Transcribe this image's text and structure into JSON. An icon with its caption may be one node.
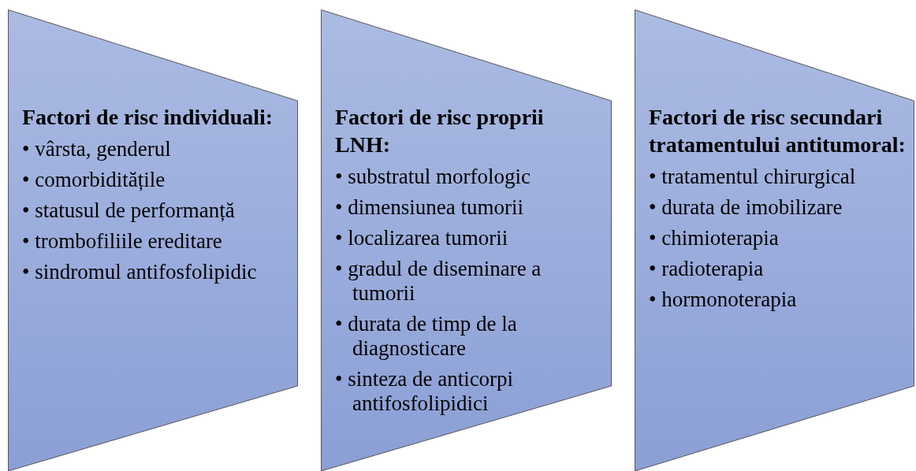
{
  "diagram": {
    "nodes": [
      {
        "text": [
          "Factori de risc individuali:",
          "• vârsta, genderul",
          "• comorbiditățile",
          "• statusul de performanță",
          "• trombofiliile ereditare",
          "• sindromul antifosfolipidic"
        ]
      },
      {
        "text": [
          "Factori de risc proprii LNH:",
          "• substratul morfologic",
          "• dimensiunea tumorii",
          "• localizarea tumorii",
          "• gradul de diseminare a tumorii",
          "• durata de timp de la diagnosticare",
          "• sinteza de anticorpi antifosfolipidici"
        ]
      },
      {
        "text": [
          "Factori de risc secundari tratamentului antitumoral:",
          "• tratamentul chirurgical",
          "• durata de imobilizare",
          "• chimioterapia",
          "• radioterapia",
          "• hormonoterapia"
        ]
      }
    ]
  }
}
